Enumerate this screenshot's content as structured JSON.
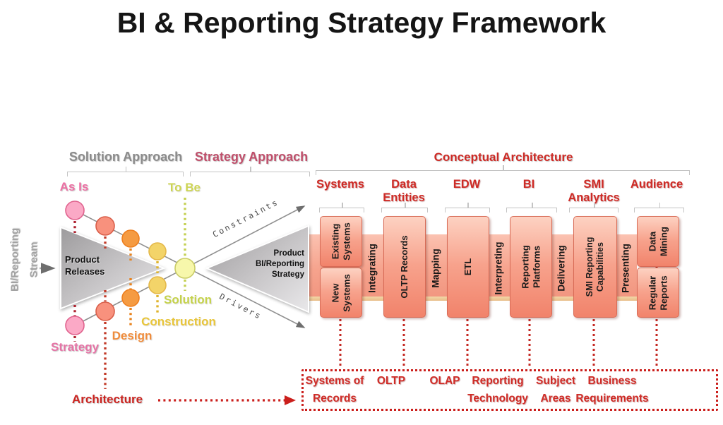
{
  "title": "BI & Reporting Strategy Framework",
  "stream": {
    "line1": "BI/Reporting",
    "line2": "Stream"
  },
  "section_headers": {
    "solution_approach": "Solution Approach",
    "strategy_approach": "Strategy Approach",
    "conceptual_architecture": "Conceptual Architecture"
  },
  "funnel": {
    "as_is": "As Is",
    "to_be": "To Be",
    "product_releases": [
      "Product",
      "Releases"
    ],
    "product_bi_reporting_strategy": [
      "Product",
      "BI/Reporting",
      "Strategy"
    ],
    "constraints": "Constraints",
    "drivers": "Drivers",
    "phases": [
      "Strategy",
      "Design",
      "Construction",
      "Solution"
    ],
    "architecture": "Architecture"
  },
  "pipeline": {
    "headers": [
      "Systems",
      [
        "Data",
        "Entities"
      ],
      "EDW",
      "BI",
      [
        "SMI",
        "Analytics"
      ],
      "Audience"
    ],
    "boxes": {
      "existing_systems": [
        "Existing",
        "Systems"
      ],
      "new_systems": [
        "New",
        "Systems"
      ],
      "oltp_records": "OLTP Records",
      "etl": "ETL",
      "reporting_platforms": [
        "Reporting",
        "Platforms"
      ],
      "smi_reporting_capabilities": [
        "SMI Reporting",
        "Capabilities"
      ],
      "data_mining": [
        "Data",
        "Mining"
      ],
      "regular_reports": [
        "Regular",
        "Reports"
      ]
    },
    "connectors": [
      "Integrating",
      "Mapping",
      "Interpreting",
      "Delivering",
      "Presenting"
    ]
  },
  "foundation": {
    "items": [
      [
        "Systems of",
        "Records"
      ],
      [
        "OLTP"
      ],
      [
        "OLAP"
      ],
      [
        "Reporting",
        "Technology"
      ],
      [
        "Subject",
        "Areas"
      ],
      [
        "Business",
        "Requirements"
      ]
    ]
  },
  "colors": {
    "accent_red": "#ce2a25",
    "rose": "#c04f6b",
    "gray_header": "#8b8b8b",
    "pink": "#ee6fa4",
    "orange": "#f29450",
    "gold": "#ecc93f",
    "green": "#c9d64f",
    "salmon_band": "#f6a38d",
    "box_border": "#d86b56"
  }
}
